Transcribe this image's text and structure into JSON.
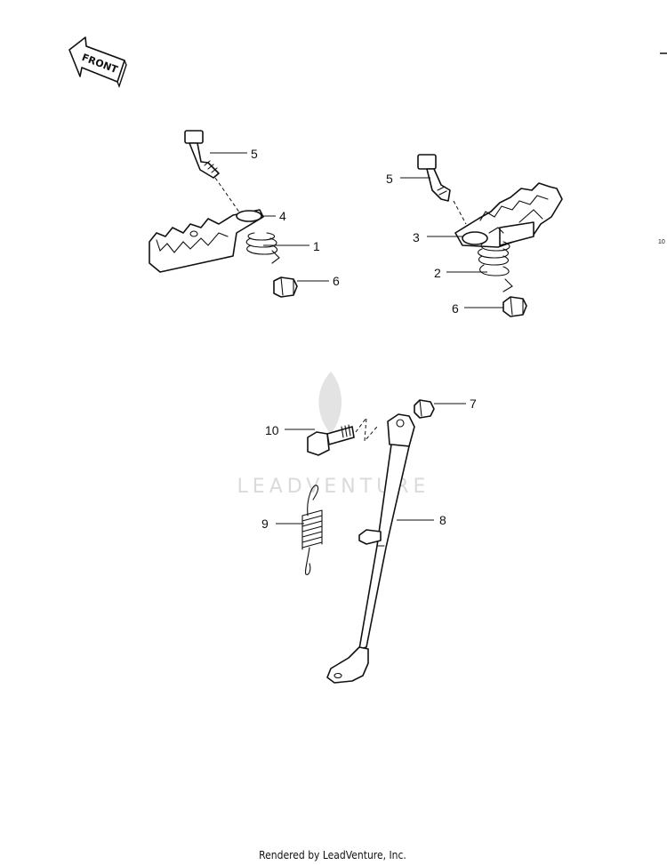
{
  "front_arrow": {
    "label": "FRONT"
  },
  "callouts": {
    "left_bolt": "5",
    "left_bracket": "4",
    "left_spring": "1",
    "left_nut": "6",
    "right_bolt": "5",
    "right_bracket": "3",
    "right_spring": "2",
    "right_nut": "6",
    "stand_nut": "7",
    "stand_bolt": "10",
    "stand_spring": "9",
    "side_stand": "8"
  },
  "edge_label": "10",
  "watermark": {
    "text": "LEADVENTURE"
  },
  "footer": {
    "text": "Rendered by LeadVenture, Inc."
  }
}
